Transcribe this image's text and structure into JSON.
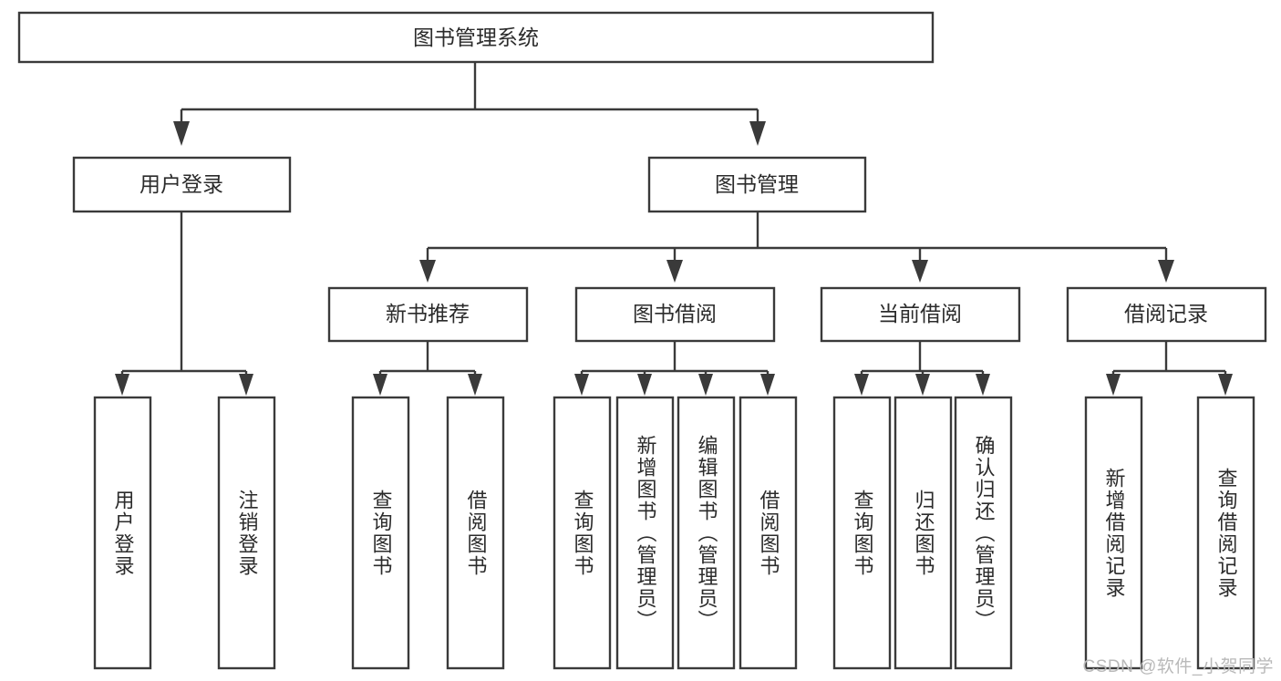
{
  "diagram": {
    "type": "hierarchy-tree",
    "title": "图书管理系统",
    "watermark": "CSDN @软件_小贺同学",
    "colors": {
      "stroke": "#3a3a3a",
      "fill": "#ffffff",
      "text": "#2b2b2b",
      "watermark": "#b9b9b9",
      "background": "#ffffff"
    },
    "root": {
      "label": "图书管理系统"
    },
    "level2": [
      {
        "id": "user-login",
        "label": "用户登录"
      },
      {
        "id": "book-manage",
        "label": "图书管理"
      }
    ],
    "level3": [
      {
        "id": "new-book-rec",
        "label": "新书推荐",
        "parent": "book-manage"
      },
      {
        "id": "book-borrow",
        "label": "图书借阅",
        "parent": "book-manage"
      },
      {
        "id": "current-borrow",
        "label": "当前借阅",
        "parent": "book-manage"
      },
      {
        "id": "borrow-record",
        "label": "借阅记录",
        "parent": "book-manage"
      }
    ],
    "leaves": [
      {
        "id": "leaf-user-login",
        "label": "用户登录",
        "parent": "user-login"
      },
      {
        "id": "leaf-user-logout",
        "label": "注销登录",
        "parent": "user-login"
      },
      {
        "id": "leaf-query-book-1",
        "label": "查询图书",
        "parent": "new-book-rec"
      },
      {
        "id": "leaf-borrow-book-1",
        "label": "借阅图书",
        "parent": "new-book-rec"
      },
      {
        "id": "leaf-query-book-2",
        "label": "查询图书",
        "parent": "book-borrow"
      },
      {
        "id": "leaf-add-book",
        "label": "新增图书（管理员）",
        "parent": "book-borrow"
      },
      {
        "id": "leaf-edit-book",
        "label": "编辑图书（管理员）",
        "parent": "book-borrow"
      },
      {
        "id": "leaf-borrow-book-2",
        "label": "借阅图书",
        "parent": "book-borrow"
      },
      {
        "id": "leaf-query-book-3",
        "label": "查询图书",
        "parent": "current-borrow"
      },
      {
        "id": "leaf-return-book",
        "label": "归还图书",
        "parent": "current-borrow"
      },
      {
        "id": "leaf-confirm-return",
        "label": "确认归还（管理员）",
        "parent": "current-borrow"
      },
      {
        "id": "leaf-add-record",
        "label": "新增借阅记录",
        "parent": "borrow-record"
      },
      {
        "id": "leaf-query-record",
        "label": "查询借阅记录",
        "parent": "borrow-record"
      }
    ]
  }
}
